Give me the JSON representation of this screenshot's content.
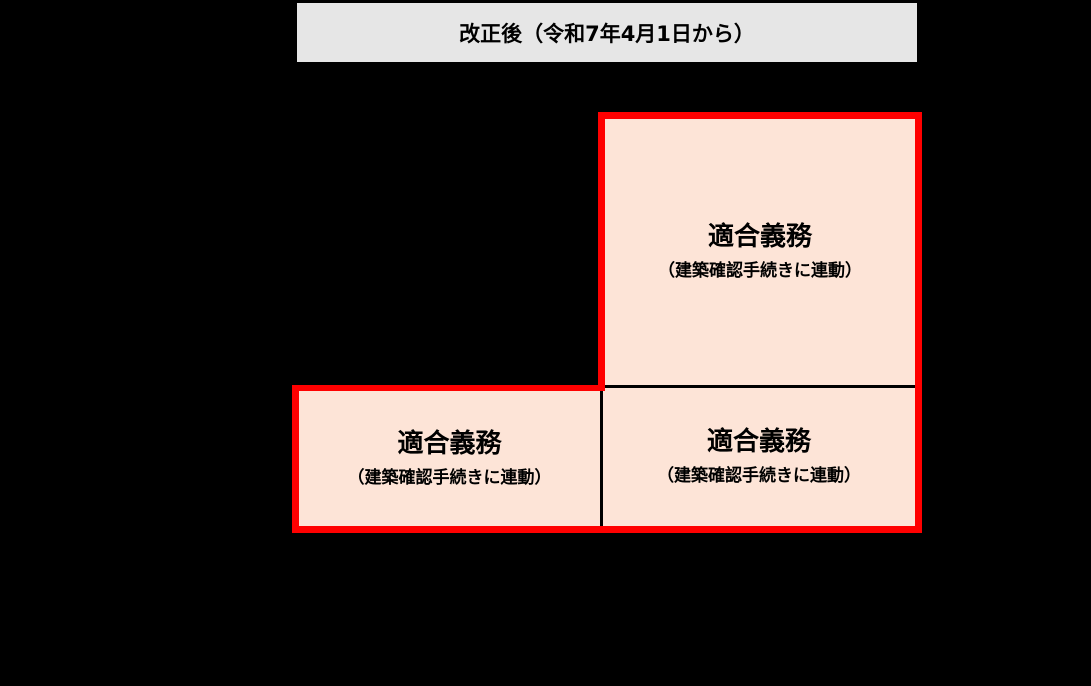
{
  "header": {
    "title": "改正後（令和7年4月1日から）"
  },
  "colors": {
    "background": "#000000",
    "title_bg": "#e6e6e6",
    "cell_fill": "#fde4d7",
    "highlight_border": "#ff0000",
    "divider": "#000000"
  },
  "cells": [
    {
      "position": "top-right",
      "main": "適合義務",
      "sub": "（建築確認手続きに連動）"
    },
    {
      "position": "bottom-left",
      "main": "適合義務",
      "sub": "（建築確認手続きに連動）"
    },
    {
      "position": "bottom-right",
      "main": "適合義務",
      "sub": "（建築確認手続きに連動）"
    }
  ]
}
